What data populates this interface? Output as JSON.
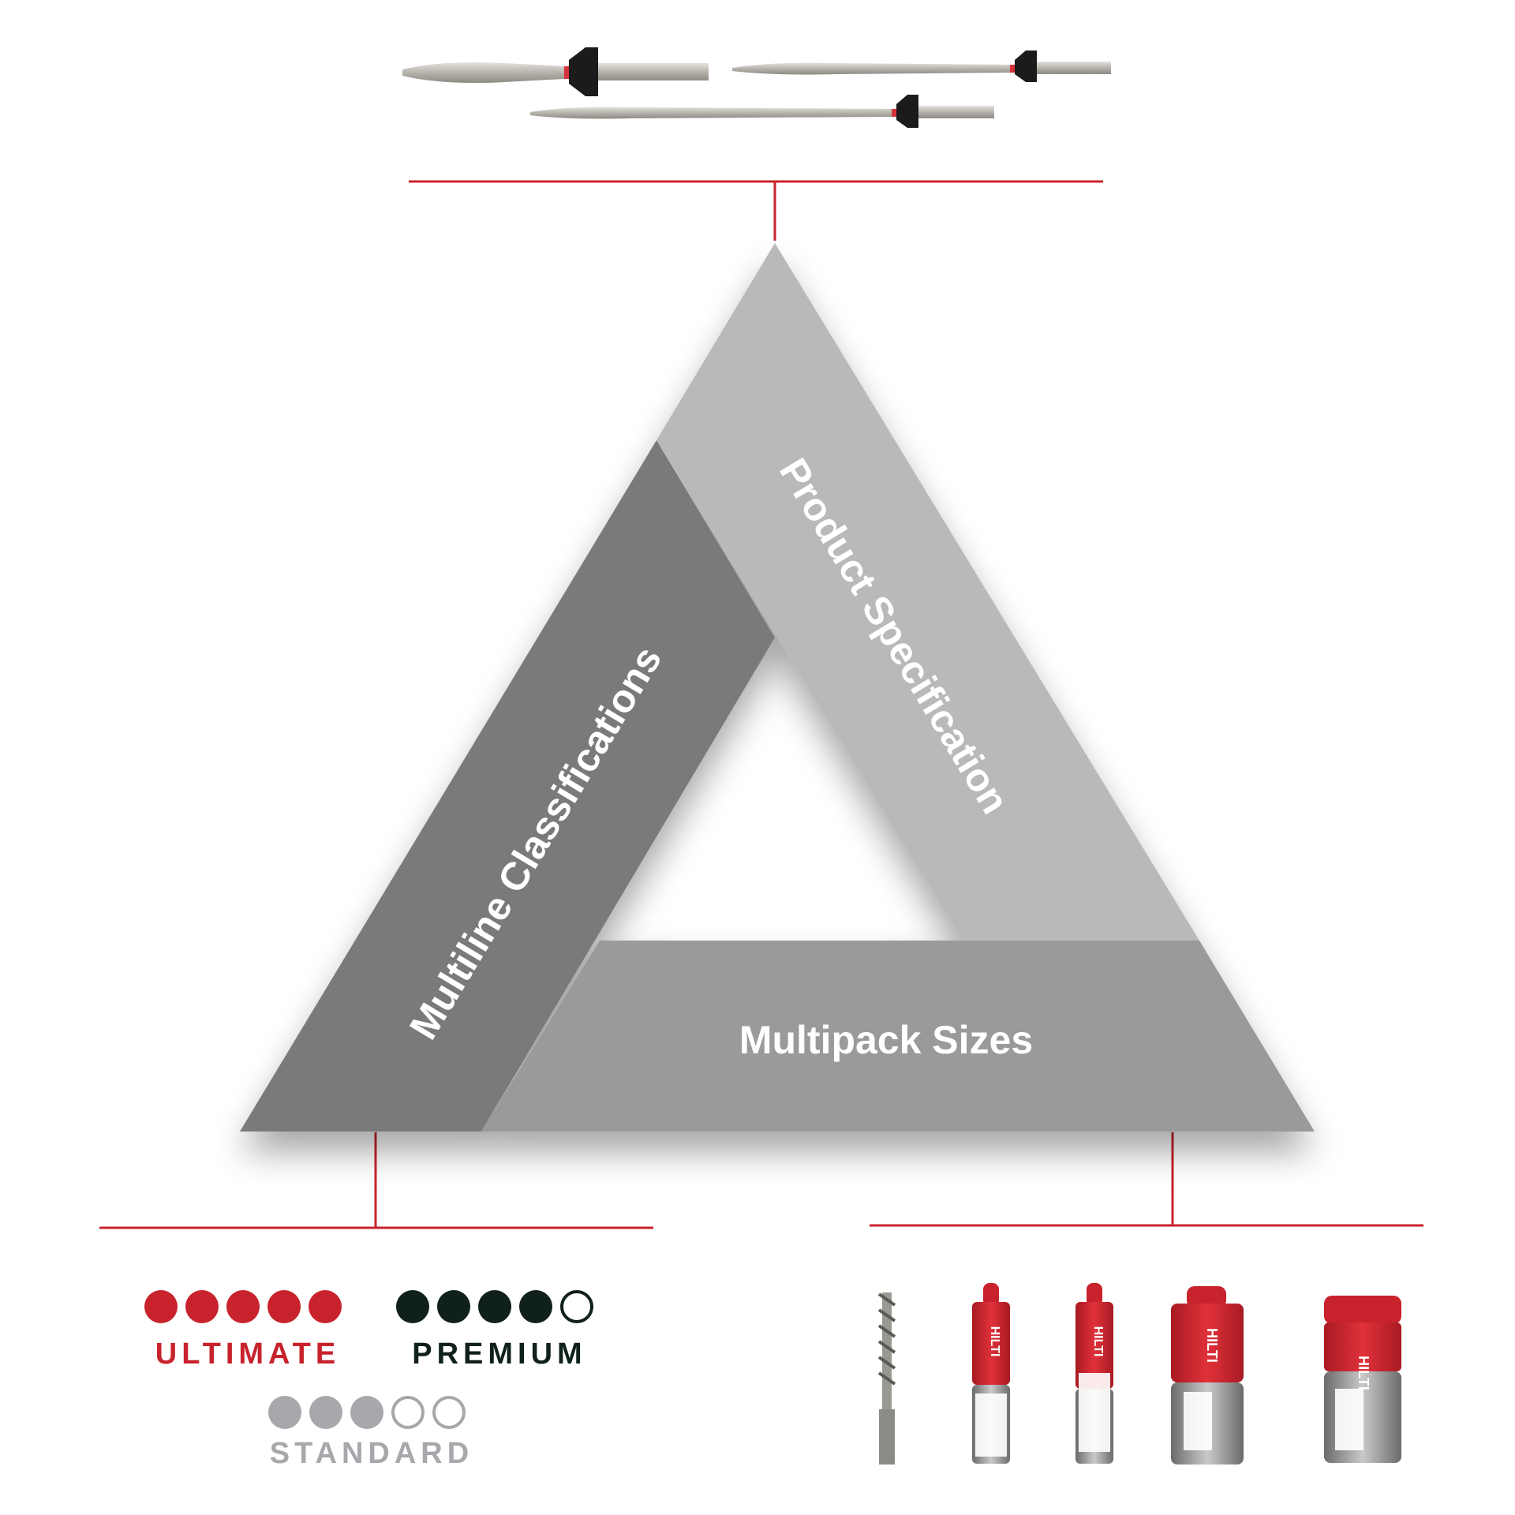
{
  "colors": {
    "accent_red": "#c8232c",
    "premium_black": "#10201c",
    "standard_gray": "#a6a8ab",
    "side_left": "#7a7a7b",
    "side_right": "#b9b9ba",
    "side_bottom": "#9a999c",
    "line": "#c8232c"
  },
  "triangle": {
    "left_side_label": "Multiline Classifications",
    "right_side_label": "Product Specification",
    "bottom_side_label": "Multipack Sizes"
  },
  "top_products": {
    "items": [
      {
        "name": "pointed-chisel-with-guard-icon"
      },
      {
        "name": "long-pointed-chisel-icon"
      },
      {
        "name": "long-pointed-chisel-icon"
      }
    ]
  },
  "classifications": [
    {
      "label": "ULTIMATE",
      "filled": 5,
      "total": 5,
      "color": "#c8232c"
    },
    {
      "label": "PREMIUM",
      "filled": 4,
      "total": 5,
      "color": "#10201c"
    },
    {
      "label": "STANDARD",
      "filled": 3,
      "total": 5,
      "color": "#a6a8ab"
    }
  ],
  "packs": {
    "brand_text": "HILTI",
    "items": [
      {
        "name": "single-drill-bit-icon"
      },
      {
        "name": "slim-tube-pack-icon"
      },
      {
        "name": "slim-tube-pack-icon"
      },
      {
        "name": "medium-canister-pack-icon"
      },
      {
        "name": "large-canister-pack-icon"
      }
    ]
  }
}
